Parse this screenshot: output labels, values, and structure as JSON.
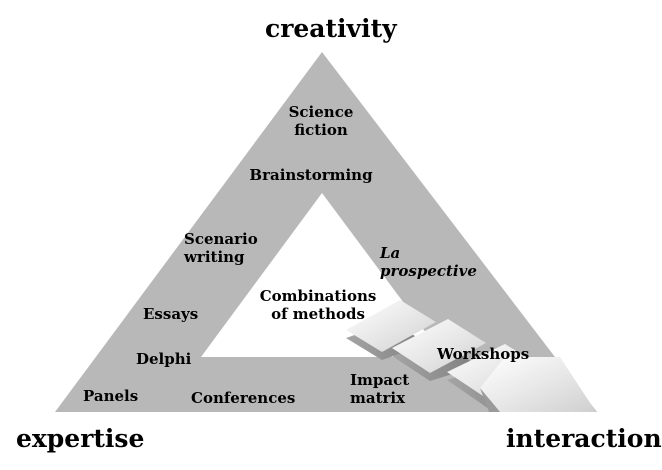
{
  "vertices": {
    "top": "creativity",
    "bottom_left": "expertise",
    "bottom_right": "interaction"
  },
  "methods": {
    "science_fiction": [
      "Science",
      "fiction"
    ],
    "brainstorming": "Brainstorming",
    "scenario_writing": [
      "Scenario",
      "writing"
    ],
    "la_prospective": [
      "La",
      "prospective"
    ],
    "combinations": [
      "Combinations",
      "of methods"
    ],
    "essays": "Essays",
    "delphi": "Delphi",
    "workshops": "Workshops",
    "panels": "Panels",
    "conferences": "Conferences",
    "impact_matrix": [
      "Impact",
      "matrix"
    ]
  },
  "colors": {
    "triangle_fill": "#b8b8b8",
    "arrow_light": "#f2f2f2",
    "arrow_dark": "#8f8f8f",
    "text": "#000000"
  }
}
